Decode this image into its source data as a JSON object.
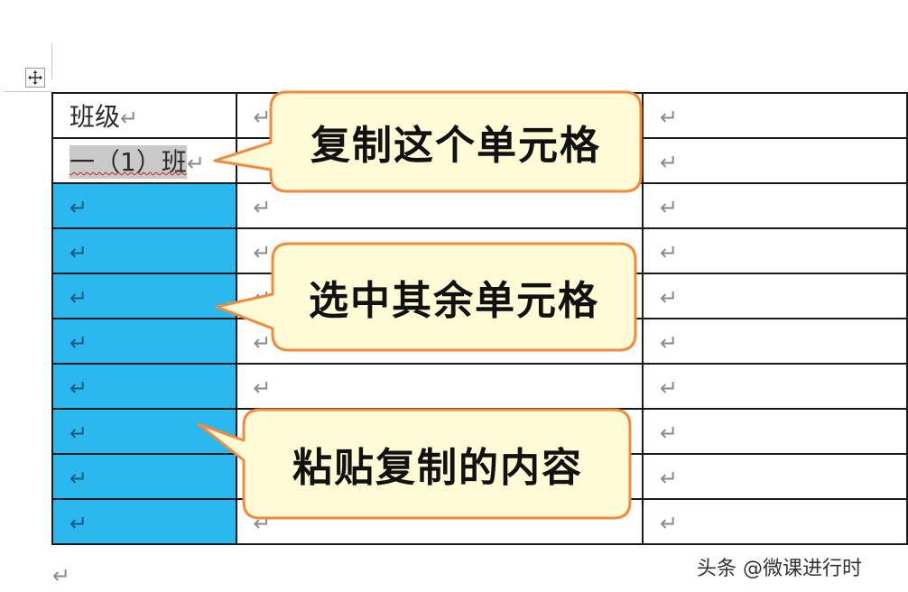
{
  "table": {
    "rows": [
      [
        "班级",
        "↵",
        "↵"
      ],
      [
        "一（1）班",
        "↵",
        "↵"
      ],
      [
        "↵",
        "↵",
        "↵"
      ],
      [
        "↵",
        "↵",
        "↵"
      ],
      [
        "↵",
        "↵",
        "↵"
      ],
      [
        "↵",
        "↵",
        "↵"
      ],
      [
        "↵",
        "↵",
        "↵"
      ],
      [
        "↵",
        "↵",
        "↵"
      ],
      [
        "↵",
        "↵",
        "↵"
      ],
      [
        "↵",
        "↵",
        "↵"
      ]
    ],
    "return_mark": "↵"
  },
  "callouts": {
    "copy": "复制这个单元格",
    "select": "选中其余单元格",
    "paste": "粘贴复制的内容"
  },
  "footer": {
    "return_mark": "↵",
    "watermark": "头条 @微课进行时"
  },
  "colors": {
    "selection": "#2ab8ef",
    "callout_fill": "#fffbd6",
    "callout_border": "#f28a3c"
  }
}
